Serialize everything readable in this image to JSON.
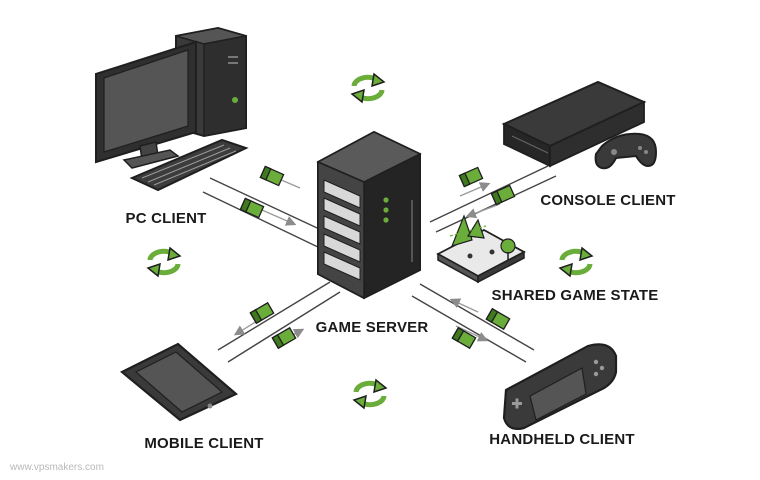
{
  "labels": {
    "pc_client": "PC CLIENT",
    "console_client": "CONSOLE CLIENT",
    "game_server": "GAME SERVER",
    "shared_game_state": "SHARED GAME STATE",
    "mobile_client": "MOBILE CLIENT",
    "handheld_client": "HANDHELD CLIENT"
  },
  "watermark": "www.vpsmakers.com",
  "colors": {
    "accent_green": "#6aad3a",
    "accent_green_dark": "#3f7a1e",
    "outline": "#1f1f1f",
    "device_body": "#3a3a3a",
    "screen": "#4a4a4a",
    "connector_line": "#9a9a9a"
  },
  "icons": [
    "sync-icon",
    "data-packet-icon",
    "arrow-icon"
  ]
}
